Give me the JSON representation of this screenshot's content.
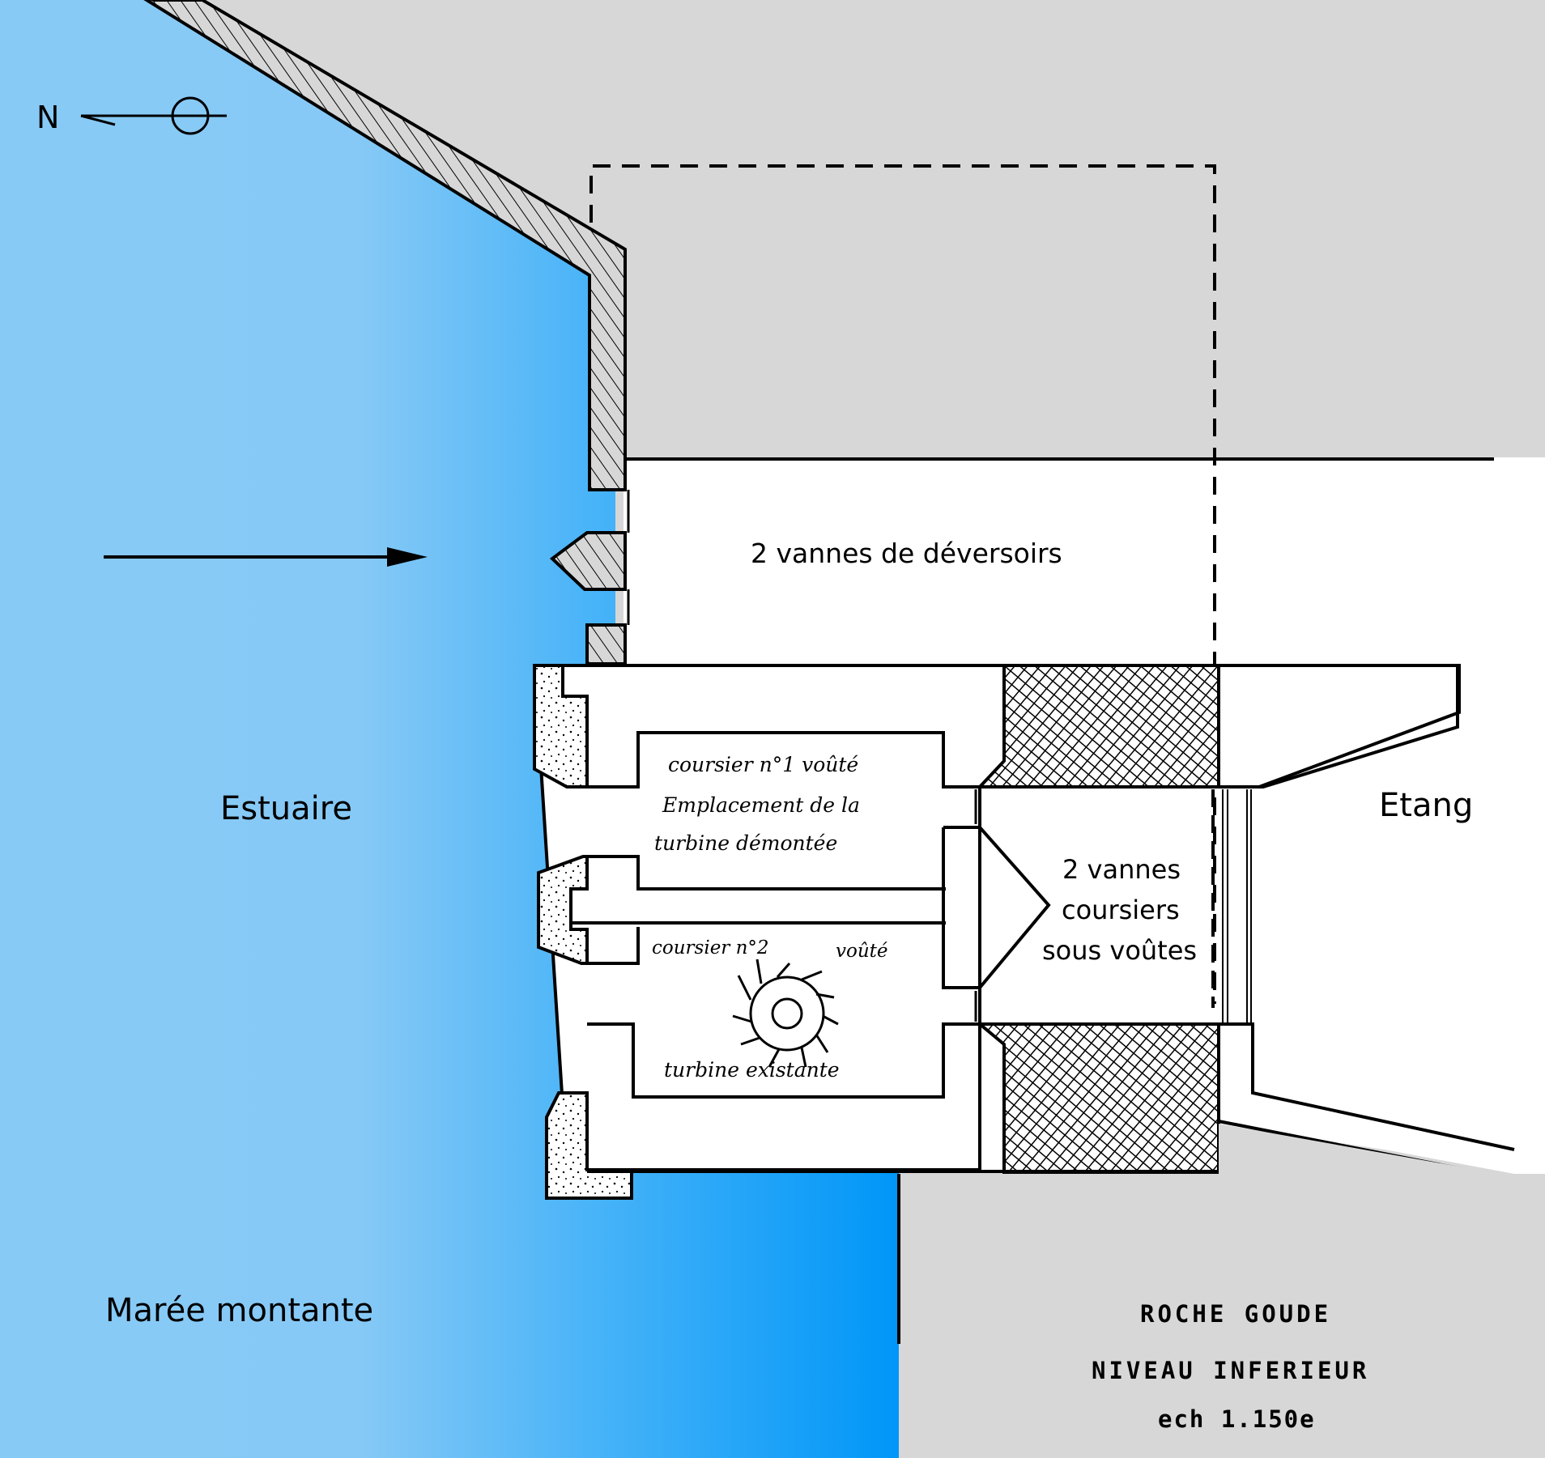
{
  "diagram": {
    "type": "floor-plan",
    "colors": {
      "water_light": "#88caf6",
      "water_deep": "#0096f8",
      "land": "#d7d7d7",
      "structure": "#ffffff",
      "ink": "#000000"
    },
    "compass": {
      "label": "N"
    },
    "labels": {
      "spillway_gates": "2 vannes de déversoirs",
      "estuary": "Estuaire",
      "rising_tide": "Marée montante",
      "pond": "Etang",
      "race_gates_line1": "2 vannes",
      "race_gates_line2": "coursiers",
      "race_gates_line3": "sous voûtes"
    },
    "handwritten": {
      "race1_line1": "coursier n°1 voûté",
      "race1_line2": "Emplacement de la",
      "race1_line3": "turbine démontée",
      "race2_left": "coursier n°2",
      "race2_right": "voûté",
      "turbine": "turbine existante"
    },
    "title_block": {
      "line1": "ROCHE GOUDE",
      "line2": "NIVEAU INFERIEUR",
      "line3": "ech 1.150e"
    }
  }
}
